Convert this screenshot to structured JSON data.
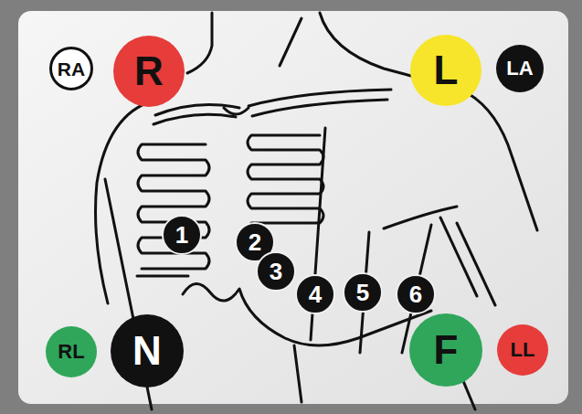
{
  "diagram": {
    "nodes": [
      {
        "text": [
          "RA"
        ]
      },
      {
        "text": [
          "R"
        ]
      },
      {
        "text": [
          "L"
        ]
      },
      {
        "text": [
          "LA"
        ]
      },
      {
        "text": [
          "1"
        ]
      },
      {
        "text": [
          "2"
        ]
      },
      {
        "text": [
          "3"
        ]
      },
      {
        "text": [
          "4"
        ]
      },
      {
        "text": [
          "5"
        ]
      },
      {
        "text": [
          "6"
        ]
      },
      {
        "text": [
          "RL"
        ]
      },
      {
        "text": [
          "N"
        ]
      },
      {
        "text": [
          "F"
        ]
      },
      {
        "text": [
          "LL"
        ]
      }
    ]
  }
}
